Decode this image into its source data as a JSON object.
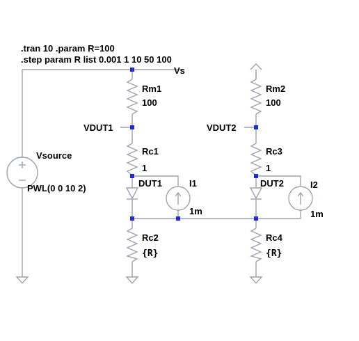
{
  "directives": {
    "line1": ".tran 10  .param R=100",
    "line2": ".step param R list 0.001 1 10 50 100"
  },
  "nets": {
    "vs": "Vs",
    "vdut1": "VDUT1",
    "vdut2": "VDUT2"
  },
  "components": {
    "vsource": {
      "name": "Vsource",
      "value": "PWL(0 0 10 2)"
    },
    "rm1": {
      "name": "Rm1",
      "value": "100"
    },
    "rm2": {
      "name": "Rm2",
      "value": "100"
    },
    "rc1": {
      "name": "Rc1",
      "value": "1"
    },
    "rc2": {
      "name": "Rc2",
      "value": "{R}"
    },
    "rc3": {
      "name": "Rc3",
      "value": "1"
    },
    "rc4": {
      "name": "Rc4",
      "value": "{R}"
    },
    "dut1": {
      "name": "DUT1"
    },
    "dut2": {
      "name": "DUT2"
    },
    "i1": {
      "name": "I1",
      "value": "1m"
    },
    "i2": {
      "name": "I2",
      "value": "1m"
    }
  },
  "colors": {
    "wire": "#9aa3b4",
    "junction": "#1f2bd6",
    "text": "#000000"
  }
}
